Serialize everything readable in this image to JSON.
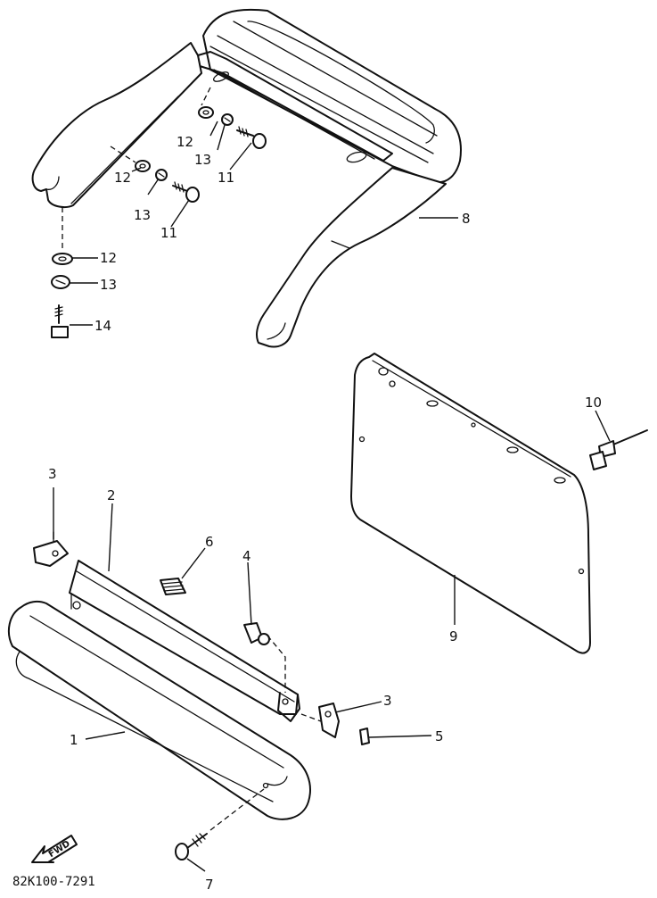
{
  "diagram_code": "82K100-7291",
  "fwd_label": "FWD",
  "callouts": {
    "c1": "1",
    "c2": "2",
    "c3a": "3",
    "c3b": "3",
    "c4": "4",
    "c5": "5",
    "c6": "6",
    "c7": "7",
    "c8": "8",
    "c9": "9",
    "c10": "10",
    "c11a": "11",
    "c11b": "11",
    "c12a": "12",
    "c12b": "12",
    "c12c": "12",
    "c13a": "13",
    "c13b": "13",
    "c13c": "13",
    "c14": "14"
  },
  "colors": {
    "ink": "#111111",
    "paper": "#ffffff"
  }
}
